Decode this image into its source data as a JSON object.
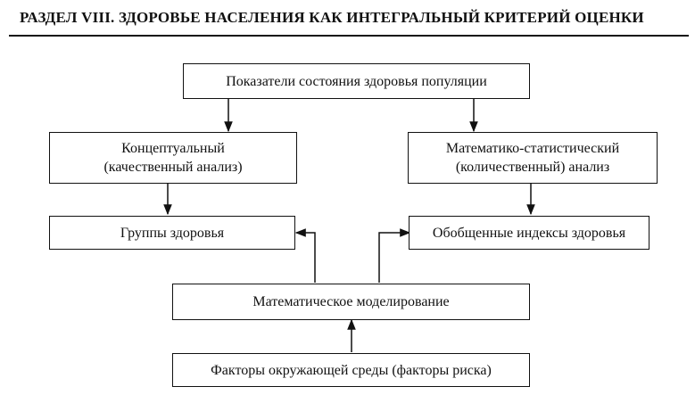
{
  "header": "РАЗДЕЛ VIII. ЗДОРОВЬЕ НАСЕЛЕНИЯ КАК ИНТЕГРАЛЬНЫЙ КРИТЕРИЙ ОЦЕНКИ",
  "nodes": {
    "top": "Показатели состояния здоровья популяции",
    "conceptual_line1": "Концептуальный",
    "conceptual_line2": "(качественный анализ)",
    "math_stat_line1": "Математико-статистический",
    "math_stat_line2": "(количественный) анализ",
    "health_groups": "Группы здоровья",
    "generalized_indices": "Обобщенные индексы здоровья",
    "math_modeling": "Математическое моделирование",
    "env_factors": "Факторы окружающей среды (факторы риска)"
  }
}
